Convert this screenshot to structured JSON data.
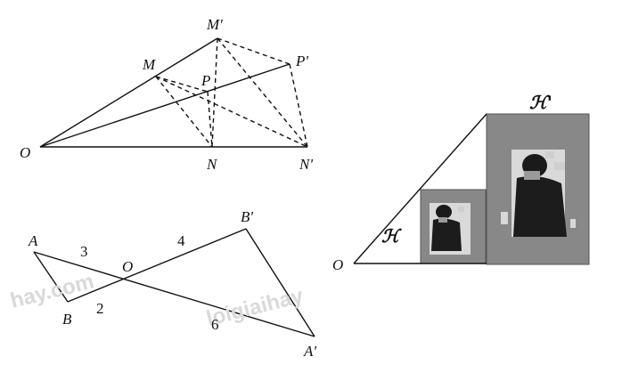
{
  "figure1": {
    "labels": {
      "O": "O",
      "M": "M",
      "M_prime": "M'",
      "P": "P",
      "P_prime": "P'",
      "N": "N",
      "N_prime": "N'"
    }
  },
  "figure2": {
    "labels": {
      "A": "A",
      "B": "B",
      "O": "O",
      "A_prime": "A'",
      "B_prime": "B'"
    },
    "lengths": {
      "OA": "3",
      "OB": "2",
      "OB_prime": "4",
      "OA_prime": "6"
    }
  },
  "figure3": {
    "labels": {
      "O": "O",
      "H": "ℋ",
      "H_prime": "ℋ'"
    }
  },
  "watermarks": {
    "left": "hay.com",
    "right": "loigiaihay"
  },
  "colors": {
    "ink": "#111111",
    "photo_gray": "#8a8a8a",
    "watermark": "#d9d9d9"
  }
}
